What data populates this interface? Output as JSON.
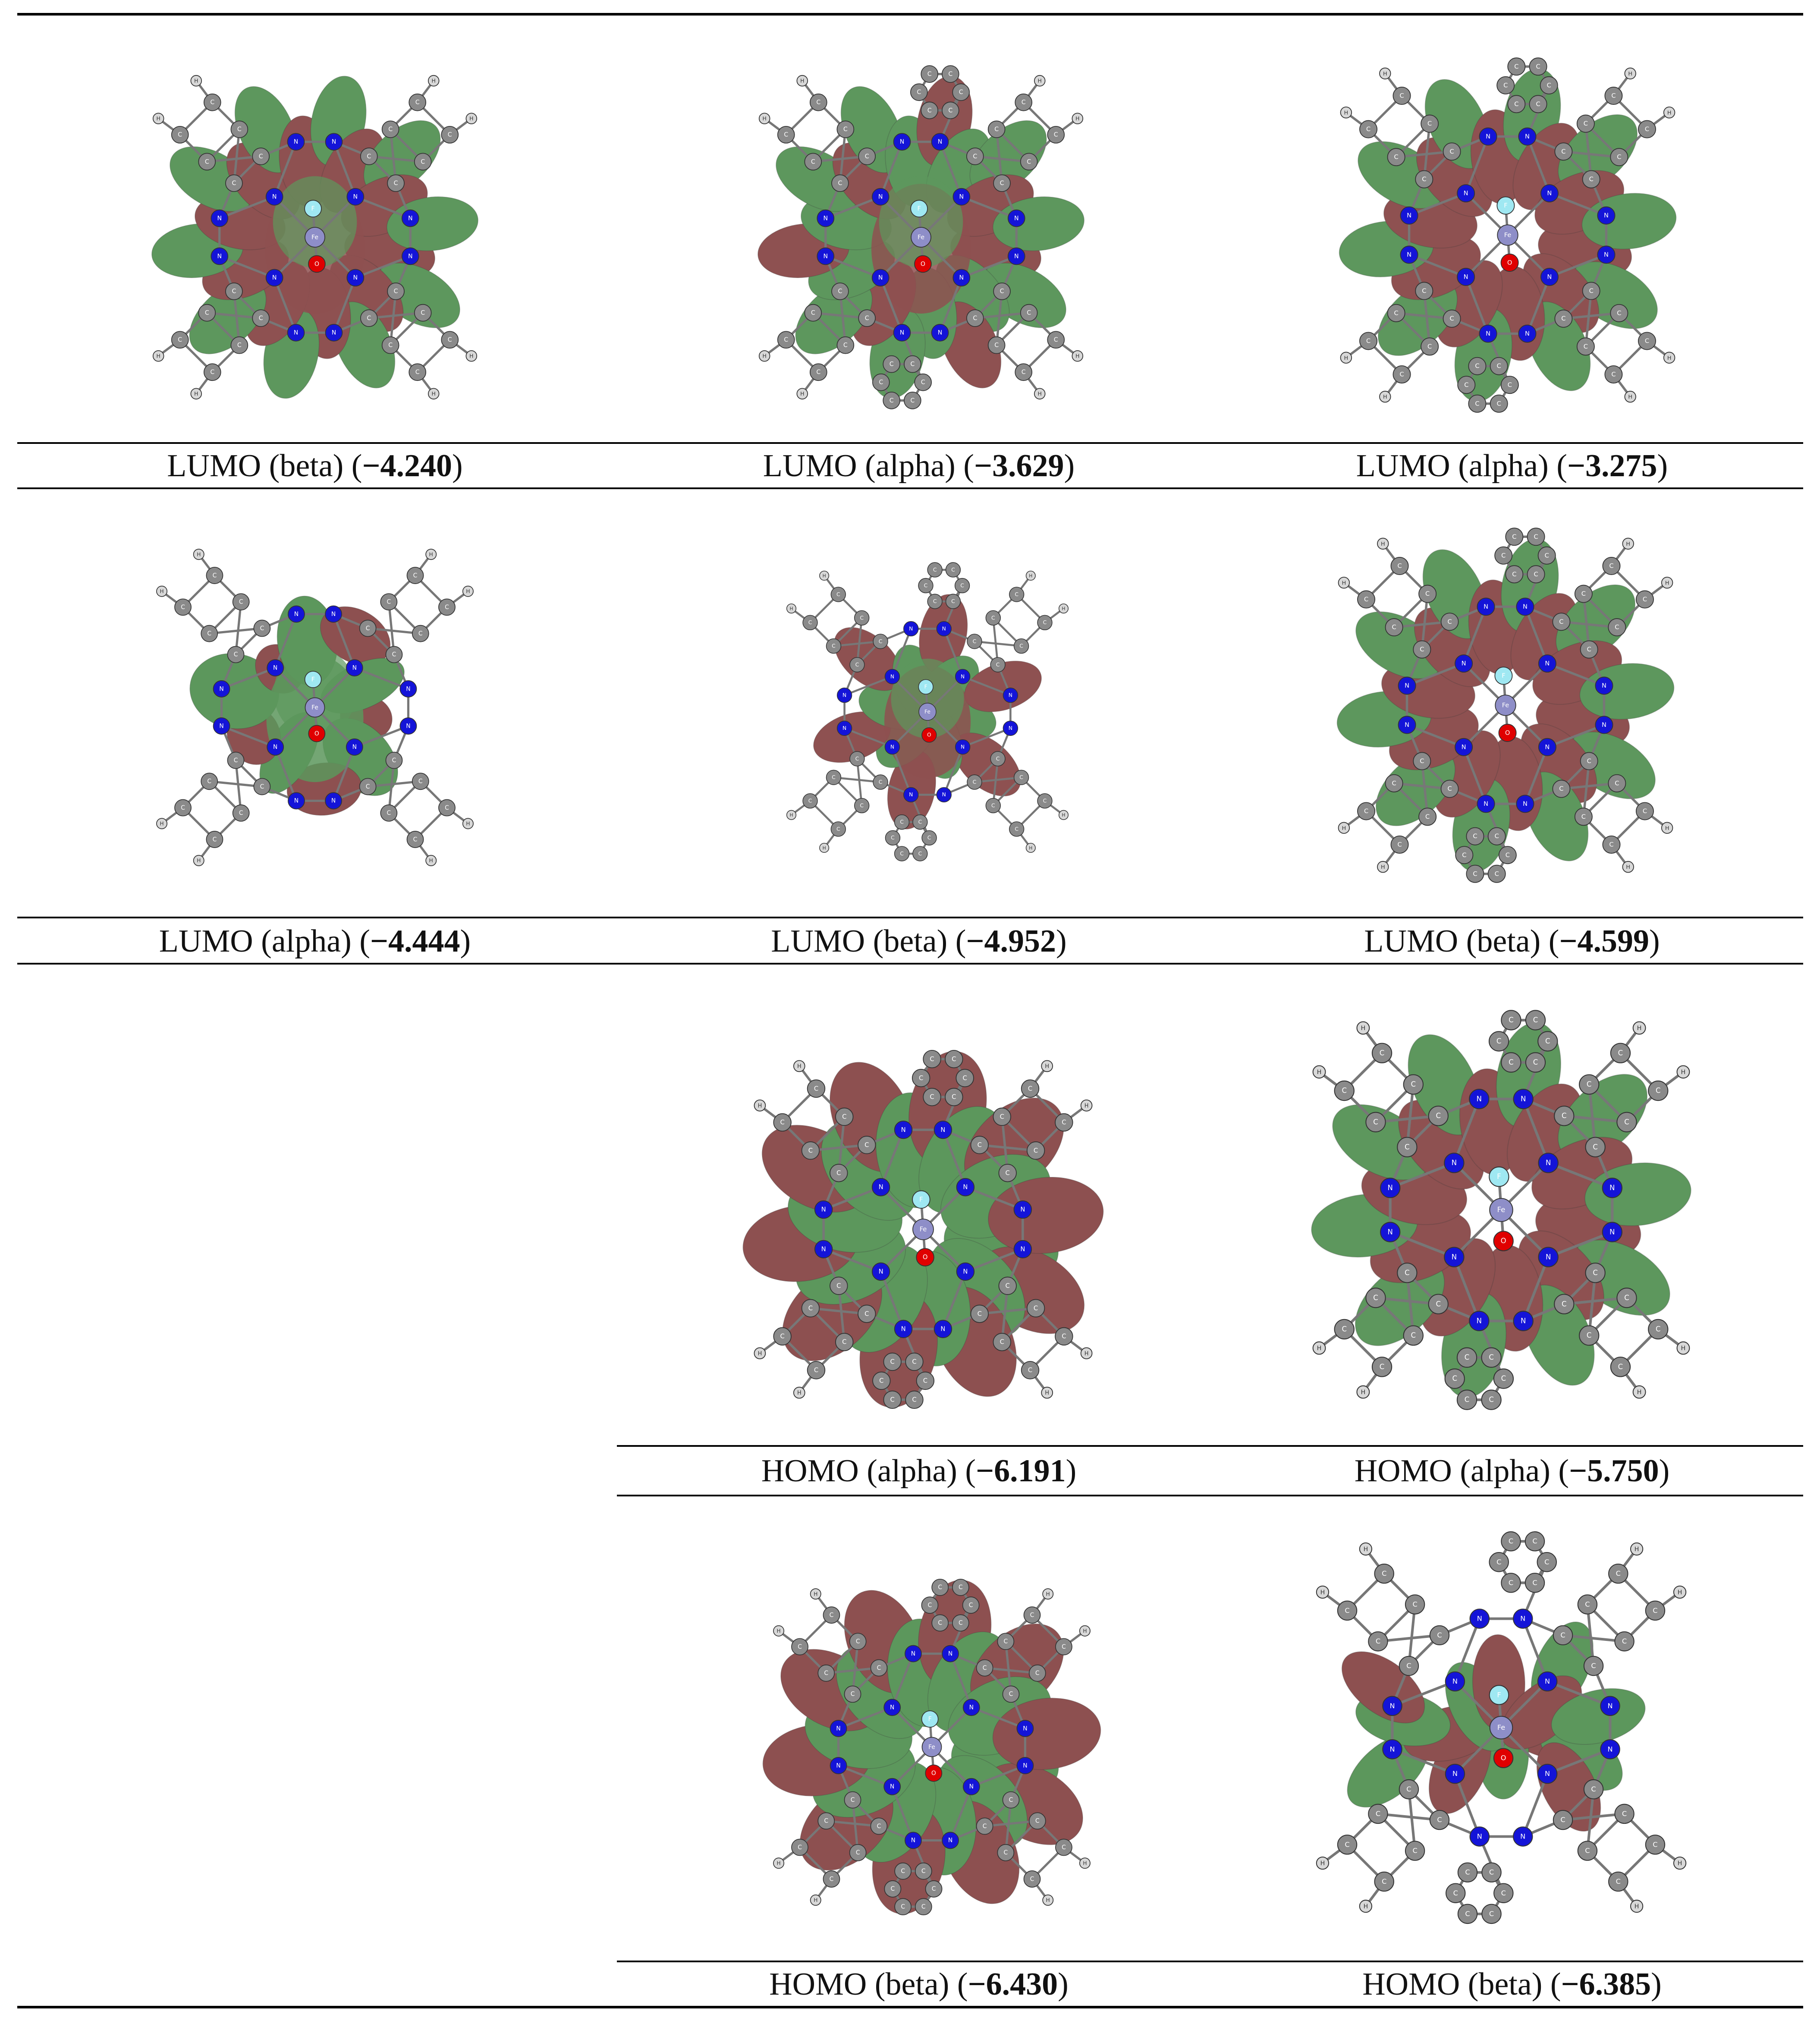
{
  "rows": [
    {
      "cells": [
        {
          "label": "LUMO (beta) (",
          "value": "−4.240",
          "close": ")",
          "palette": "mixed-green",
          "phenyl": false
        },
        {
          "label": "LUMO (alpha) (",
          "value": "−3.629",
          "close": ")",
          "palette": "center-red",
          "phenyl": true
        },
        {
          "label": "LUMO (alpha) (",
          "value": "−3.275",
          "close": ")",
          "palette": "ring",
          "phenyl": true
        }
      ]
    },
    {
      "cells": [
        {
          "label": "LUMO (alpha) (",
          "value": "−4.444",
          "close": ")",
          "palette": "sparse",
          "phenyl": false
        },
        {
          "label": "LUMO (beta) (",
          "value": "−4.952",
          "close": ")",
          "palette": "axial",
          "phenyl": true
        },
        {
          "label": "LUMO (beta) (",
          "value": "−4.599",
          "close": ")",
          "palette": "ring",
          "phenyl": true
        }
      ]
    },
    {
      "cells": [
        {
          "label": "HOMO (alpha) (",
          "value": "−6.191",
          "close": ")",
          "palette": "dense",
          "phenyl": true
        },
        {
          "label": "HOMO (alpha) (",
          "value": "−5.750",
          "close": ")",
          "palette": "ring",
          "phenyl": true
        }
      ]
    },
    {
      "cells": [
        {
          "label": "HOMO (beta) (",
          "value": "−6.430",
          "close": ")",
          "palette": "dense",
          "phenyl": true
        },
        {
          "label": "HOMO (beta) (",
          "value": "−6.385",
          "close": ")",
          "palette": "band",
          "phenyl": true
        }
      ]
    }
  ],
  "colors": {
    "lobe_red": "#6e1f1f",
    "lobe_green": "#2f7a2f",
    "nitrogen": "#1414d8",
    "carbon": "#8a8a8a",
    "hydrogen": "#d8d8d8",
    "iron": "#8e8ec8",
    "oxygen": "#e00000",
    "fluorine": "#9fe8f2"
  },
  "atom_labels": {
    "carbon": "C",
    "nitrogen": "N",
    "hydrogen": "H",
    "iron": "Fe",
    "fluorine": "F",
    "oxygen": "O"
  }
}
